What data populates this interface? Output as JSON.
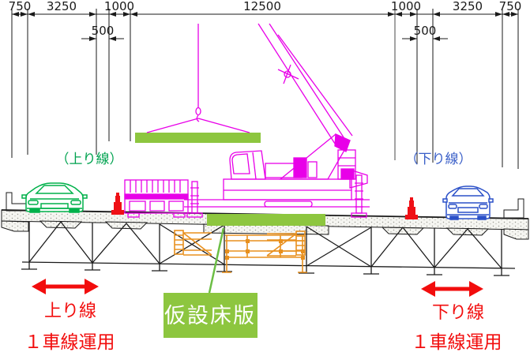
{
  "title": "bridge-lane-closure-cross-section",
  "dims": {
    "top": [
      {
        "label": "750"
      },
      {
        "label": "3250"
      },
      {
        "label": "1000"
      },
      {
        "label": "12500"
      },
      {
        "label": "1000"
      },
      {
        "label": "3250"
      },
      {
        "label": "750"
      }
    ],
    "sub": [
      {
        "label": "500"
      },
      {
        "label": "500"
      }
    ]
  },
  "labels": {
    "inbound_line_paren": "（上り線）",
    "outbound_line_paren": "（下り線）",
    "inbound_line": "上り線",
    "outbound_line": "下り線",
    "lane_operation_left": "１車線運用",
    "lane_operation_right": "１車線運用",
    "temp_deck_callout": "仮設床版"
  },
  "colors": {
    "dimension_black": "#1a1a1a",
    "crane_magenta": "#e800e8",
    "panel_green": "#8dc63f",
    "label_green": "#00a24f",
    "label_blue": "#3a5fc8",
    "annotation_red": "#f20d0d",
    "shoring_orange": "#e8901e",
    "car_green": "#00b14a",
    "car_blue": "#2b50c8",
    "callout_text": "#ffffff"
  }
}
